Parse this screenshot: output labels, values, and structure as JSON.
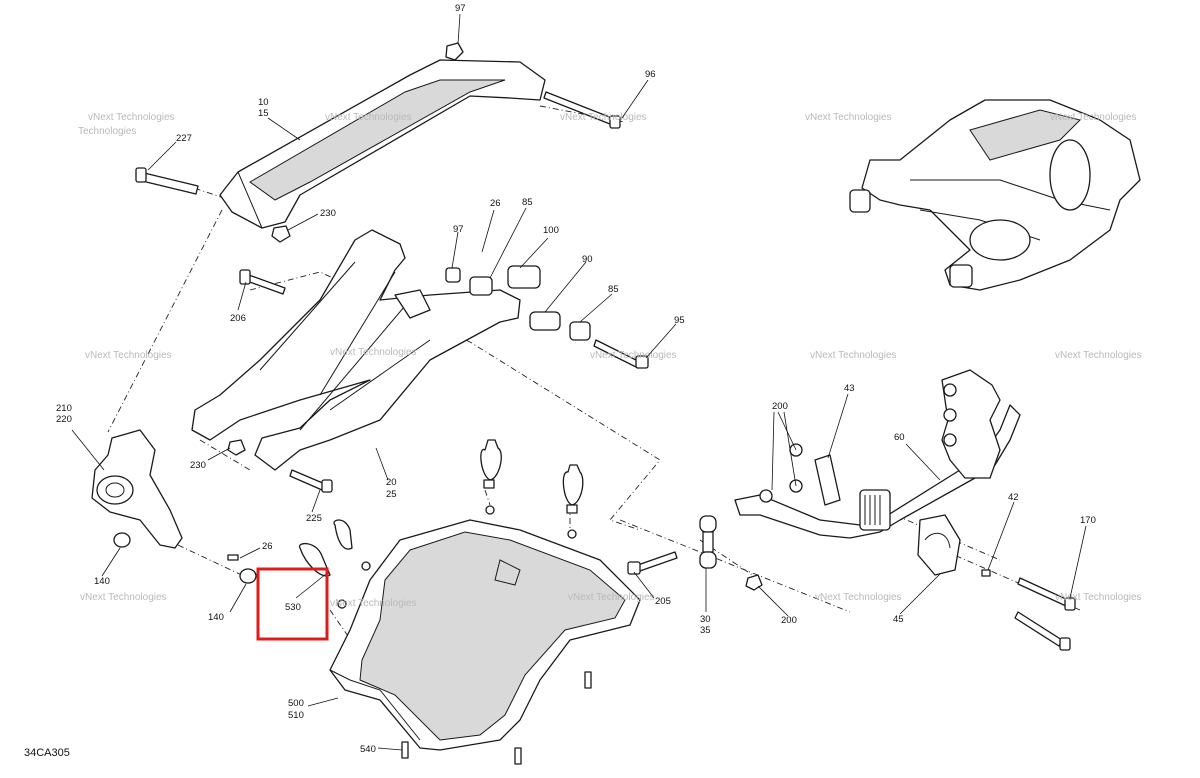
{
  "figure_ref": "34CA305",
  "watermark": {
    "line1": "vNext",
    "line2": "Technologies",
    "combined": "vNext Technologies"
  },
  "highlight": {
    "color": "#e01b1b",
    "label": "530"
  },
  "callouts": {
    "c97a": "97",
    "c96": "96",
    "c10": "10",
    "c15": "15",
    "c227": "227",
    "c230a": "230",
    "c26a": "26",
    "c85a": "85",
    "c97b": "97",
    "c100": "100",
    "c90": "90",
    "c85b": "85",
    "c95": "95",
    "c206": "206",
    "c210": "210",
    "c220": "220",
    "c230b": "230",
    "c20": "20",
    "c25": "25",
    "c225": "225",
    "c26b": "26",
    "c140a": "140",
    "c140b": "140",
    "c530": "530",
    "c205": "205",
    "c500": "500",
    "c510": "510",
    "c540": "540",
    "c200a": "200",
    "c43": "43",
    "c60": "60",
    "c42": "42",
    "c170": "170",
    "c30": "30",
    "c35": "35",
    "c200b": "200",
    "c45": "45"
  }
}
